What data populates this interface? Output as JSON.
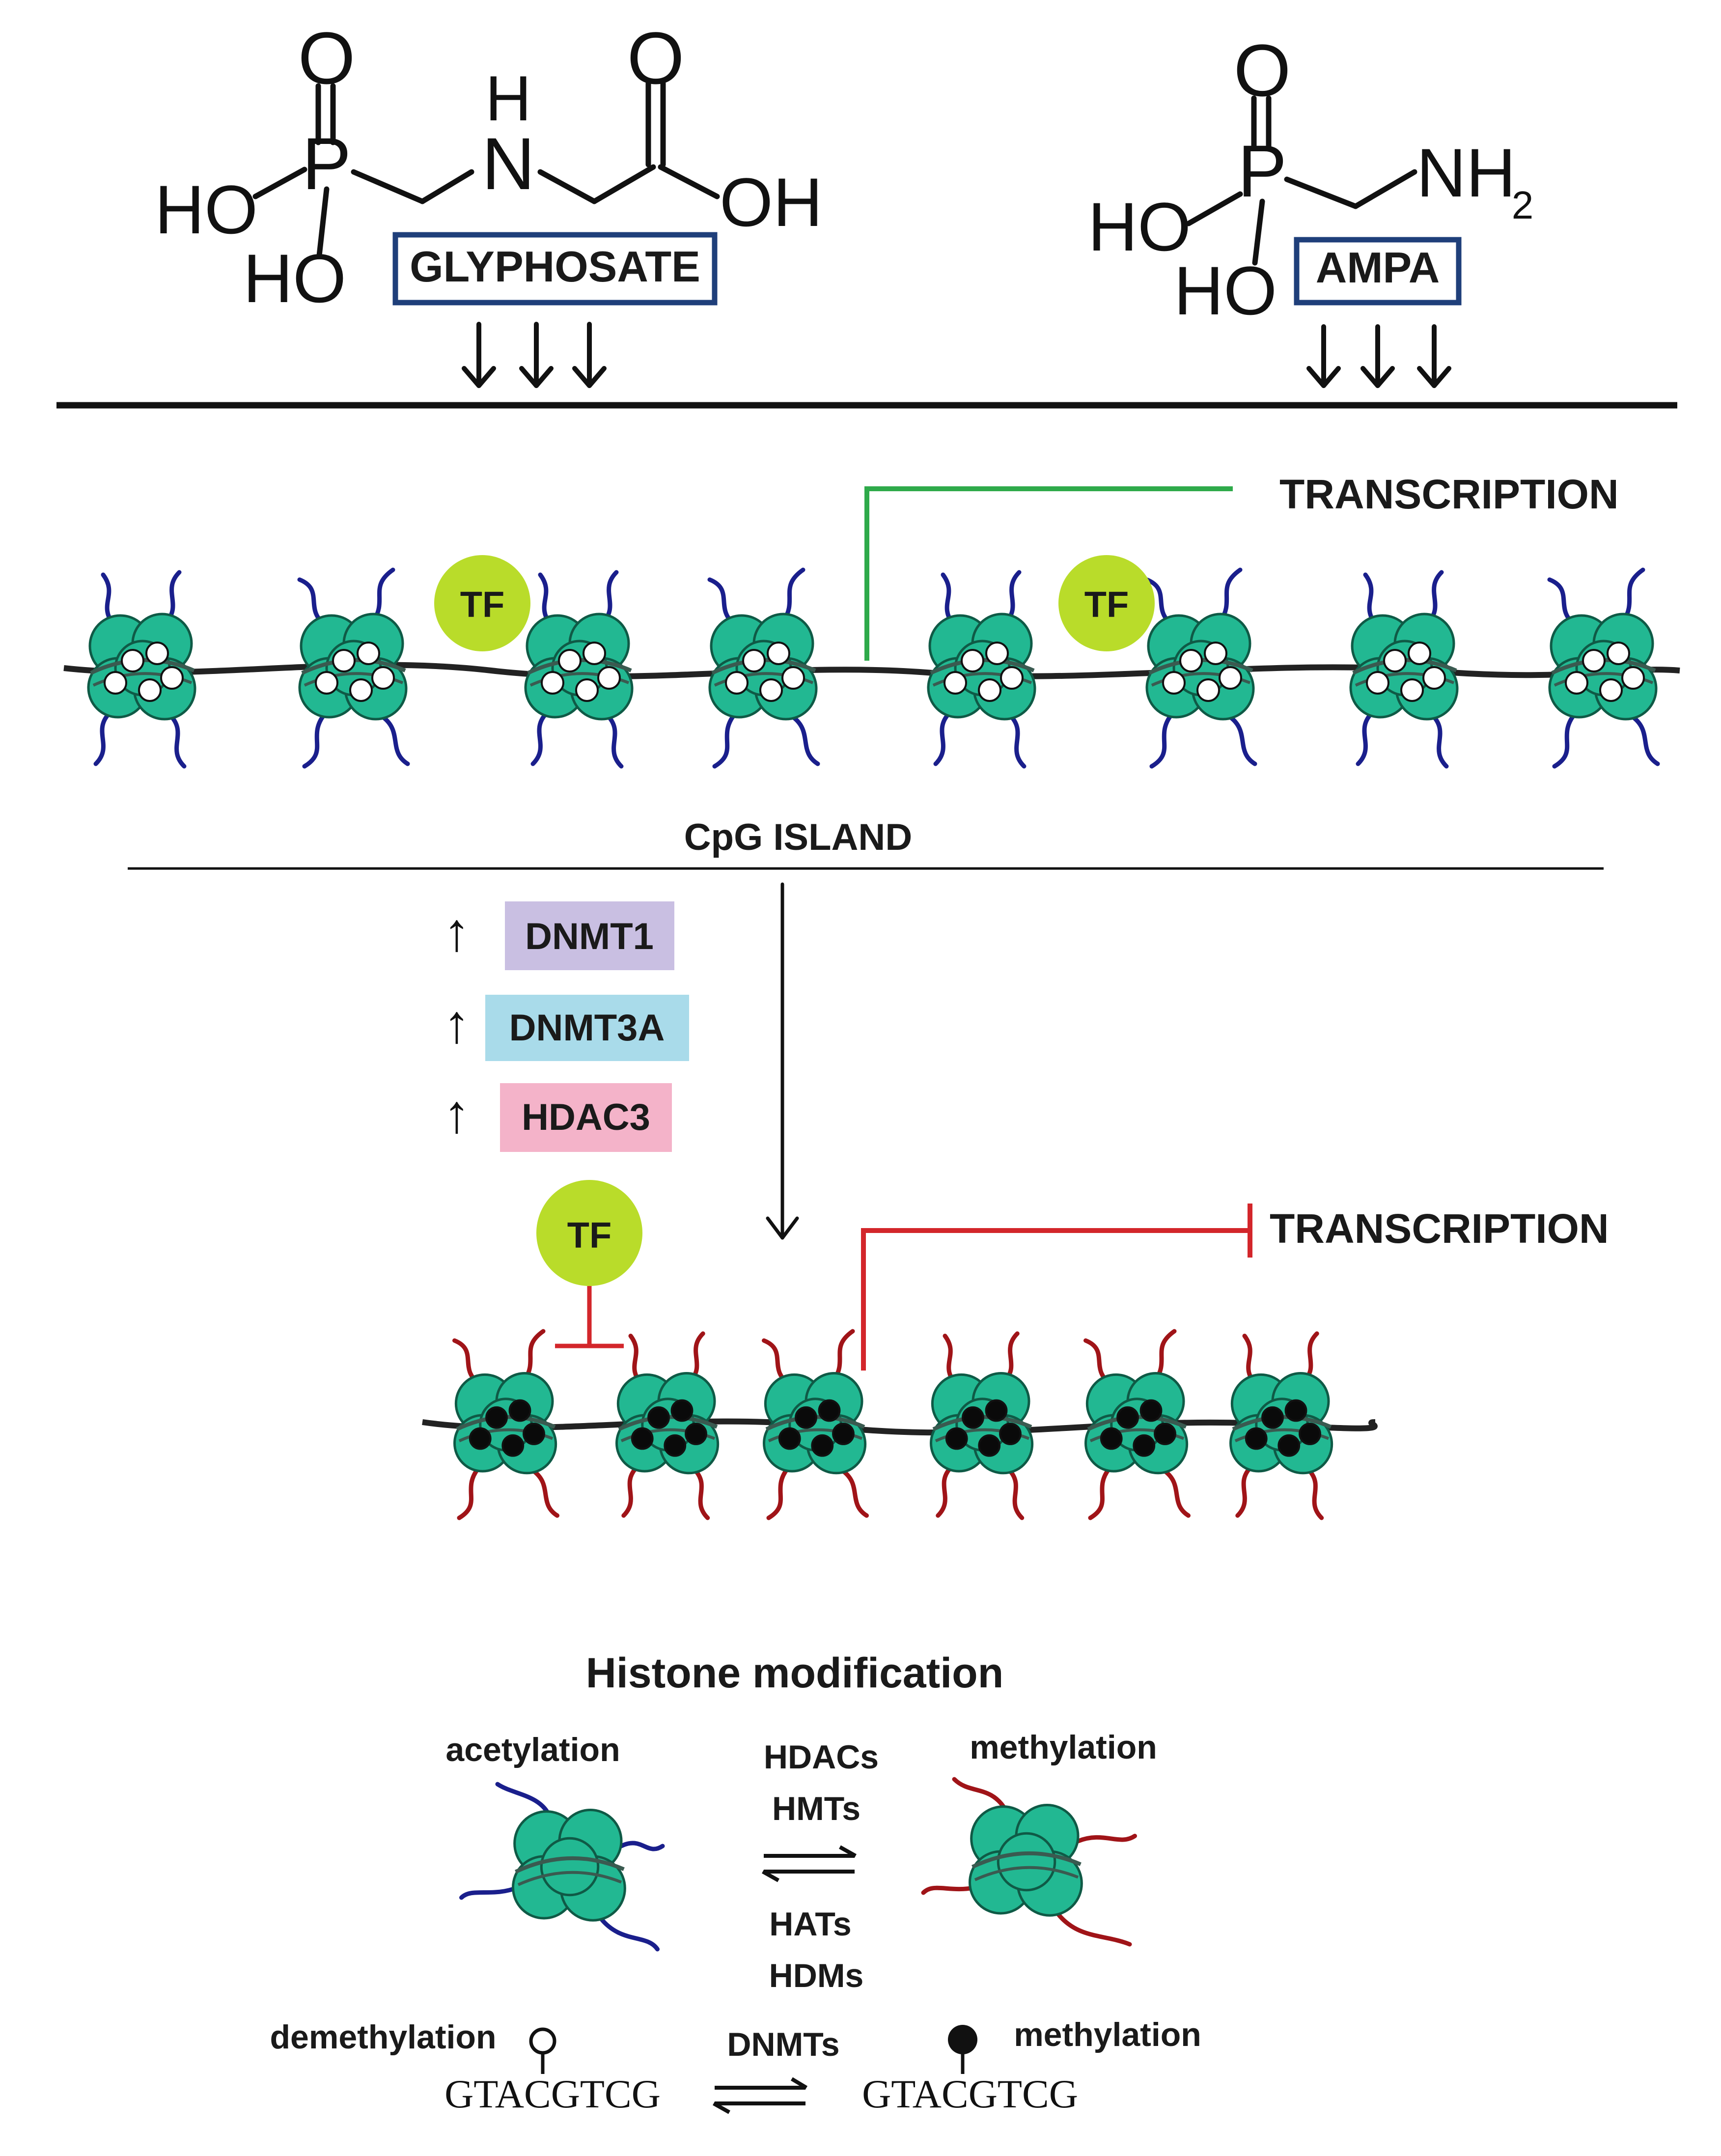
{
  "glyphosate": {
    "label": "GLYPHOSATE",
    "atoms": {
      "o_top_p": "O",
      "p": "P",
      "ho_left": "HO",
      "ho_bottom": "HO",
      "h": "H",
      "n": "N",
      "o_top_c": "O",
      "oh": "OH"
    }
  },
  "ampa": {
    "label": "AMPA",
    "atoms": {
      "o_top_p": "O",
      "p": "P",
      "ho_left": "HO",
      "ho_bottom": "HO",
      "nh": "NH",
      "sub2": "2"
    }
  },
  "upper": {
    "tf_label": "TF",
    "transcription_label": "TRANSCRIPTION",
    "cpg_label": "CpG ISLAND"
  },
  "enzymes": [
    {
      "label": "DNMT1",
      "arrow": "↑",
      "color": "#c9bfe2"
    },
    {
      "label": "DNMT3A",
      "arrow": "↑",
      "color": "#a9dbea"
    },
    {
      "label": "HDAC3",
      "arrow": "↑",
      "color": "#f4b3c9"
    }
  ],
  "lower": {
    "tf_label": "TF",
    "transcription_label": "TRANSCRIPTION"
  },
  "legend": {
    "title": "Histone modification",
    "acetylation": "acetylation",
    "methylation_histone": "methylation",
    "forward_enzymes": [
      "HDACs",
      "HMTs"
    ],
    "reverse_enzymes": [
      "HATs",
      "HDMs"
    ],
    "demethylation": "demethylation",
    "methylation_dna": "methylation",
    "dnmts": "DNMTs",
    "seq_left": "GTACGTCG",
    "seq_right": "GTACGTCG"
  },
  "colors": {
    "nucleosome_fill": "#22b892",
    "nucleosome_stroke": "#0f5a46",
    "tail_active": "#1a1f8c",
    "tail_repressed": "#a01418",
    "tf_fill": "#b9dc2a",
    "activation_line": "#2eaa4a",
    "repression_line": "#d3262b",
    "box_border": "#1f3f7a"
  }
}
